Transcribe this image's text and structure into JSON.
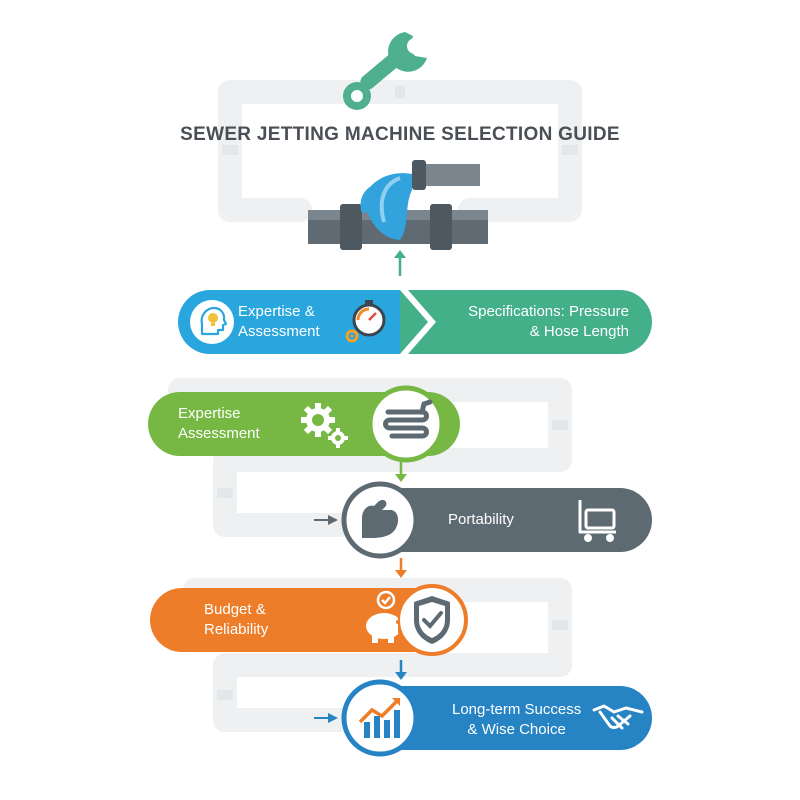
{
  "title": "SEWER JETTING MACHINE SELECTION GUIDE",
  "colors": {
    "blue": "#2aa6df",
    "green": "#43b089",
    "lime": "#76b843",
    "gray": "#5e6a72",
    "orange": "#ee7d2a",
    "navy": "#2683c4",
    "pipe": "#eef0f2"
  },
  "steps": [
    {
      "line1": "Expertise &",
      "line2": "Assessment",
      "color": "blue",
      "icons": [
        "head-bulb-icon",
        "stopwatch-gear-icon"
      ]
    },
    {
      "line1": "Specifications: Pressure",
      "line2": "& Hose Length",
      "color": "green",
      "icons": []
    },
    {
      "line1": "Expertise",
      "line2": "Assessment",
      "color": "lime",
      "icons": [
        "gears-icon",
        "coiled-hose-icon"
      ]
    },
    {
      "line1": "Portability",
      "line2": "",
      "color": "gray",
      "icons": [
        "flexed-arm-icon",
        "cart-icon"
      ]
    },
    {
      "line1": "Budget &",
      "line2": "Reliability",
      "color": "orange",
      "icons": [
        "piggy-bank-icon",
        "shield-check-icon"
      ]
    },
    {
      "line1": "Long-term Success",
      "line2": "& Wise Choice",
      "color": "navy",
      "icons": [
        "growth-chart-icon",
        "handshake-icon"
      ]
    }
  ]
}
